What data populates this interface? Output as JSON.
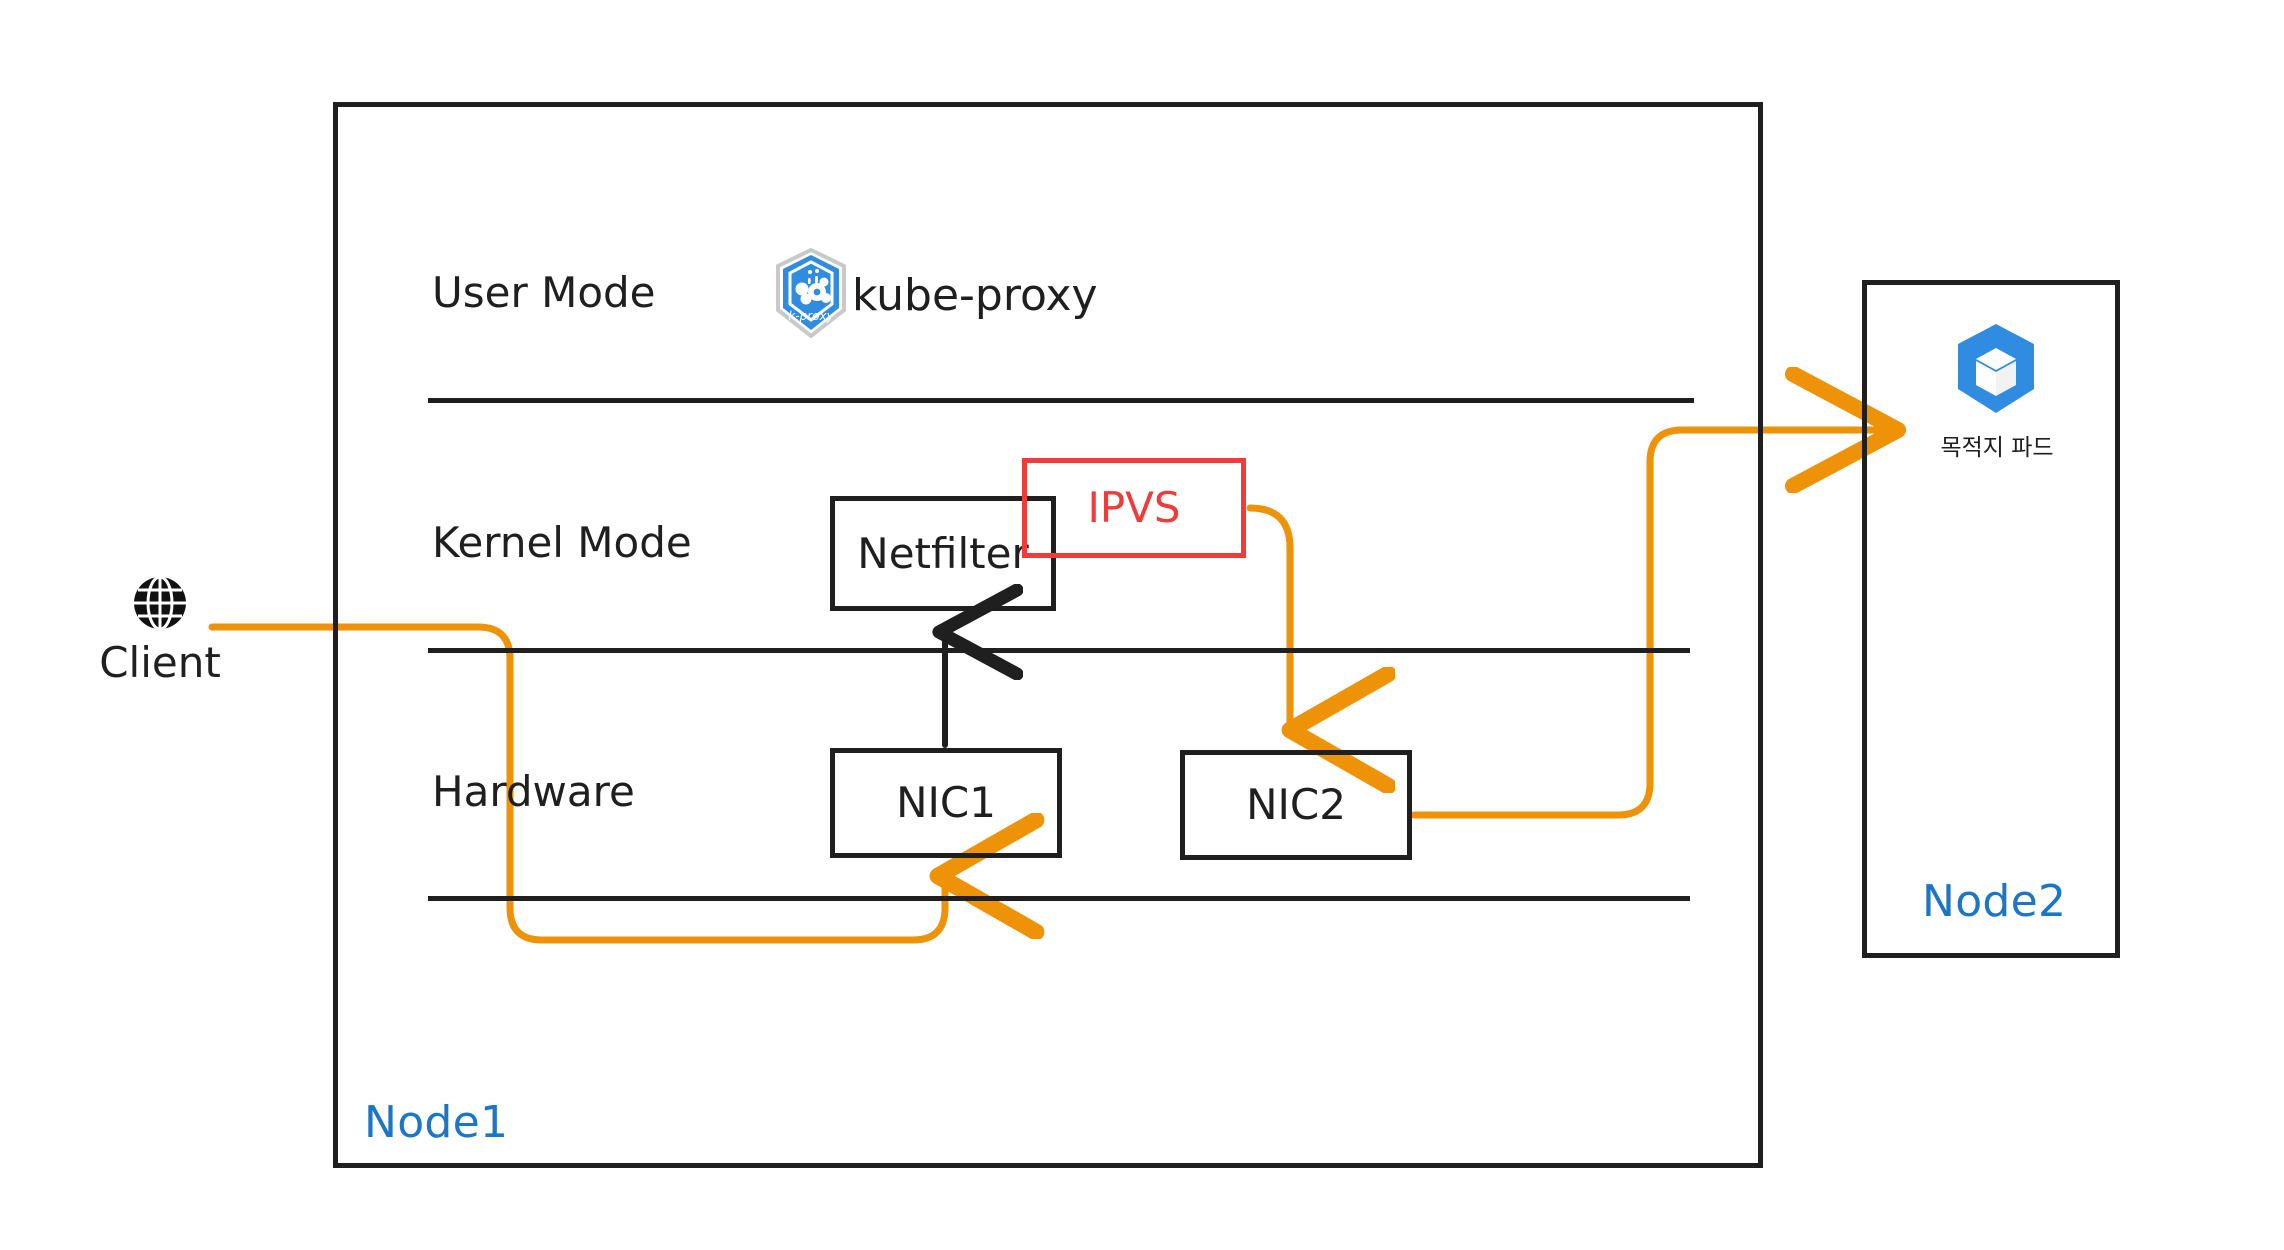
{
  "diagram": {
    "title": "kube-proxy IPVS mode packet flow",
    "colors": {
      "orange_flow": "#ee9208",
      "ipvs_red": "#ef3b39",
      "node_blue": "#1b76c8",
      "outline_black": "#1f1f1f",
      "kubernetes_blue": "#2f8ce0"
    }
  },
  "client": {
    "label": "Client",
    "icon": "globe-icon"
  },
  "node1": {
    "label": "Node1",
    "layers": [
      {
        "id": "user",
        "label": "User Mode"
      },
      {
        "id": "kernel",
        "label": "Kernel Mode"
      },
      {
        "id": "hardware",
        "label": "Hardware"
      }
    ],
    "components": {
      "kube_proxy": {
        "label": "kube-proxy",
        "icon": "kube-proxy-logo-icon"
      },
      "netfilter": {
        "label": "Netfilter"
      },
      "ipvs": {
        "label": "IPVS"
      },
      "nic1": {
        "label": "NIC1"
      },
      "nic2": {
        "label": "NIC2"
      }
    }
  },
  "node2": {
    "label": "Node2",
    "pod": {
      "label": "목적지 파드",
      "icon": "kubernetes-pod-icon"
    }
  },
  "flows": [
    {
      "id": "client-to-nic1",
      "from": "Client",
      "to": "NIC1",
      "color": "#ee9208"
    },
    {
      "id": "nic1-to-netfilter",
      "from": "NIC1",
      "to": "Netfilter",
      "color": "#1f1f1f"
    },
    {
      "id": "ipvs-to-nic2",
      "from": "IPVS",
      "to": "NIC2",
      "color": "#ee9208"
    },
    {
      "id": "nic2-to-pod",
      "from": "NIC2",
      "to": "목적지 파드",
      "color": "#ee9208"
    }
  ]
}
